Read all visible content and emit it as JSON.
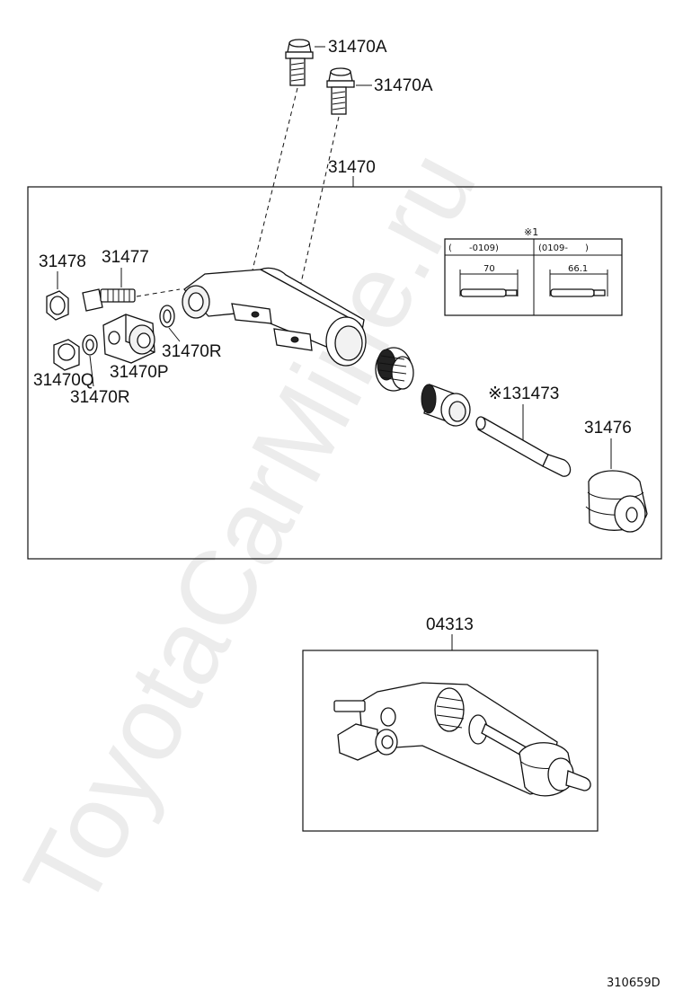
{
  "watermark": "ToyotaCarMine.ru",
  "diagram_code": "310659D",
  "labels": {
    "bolt_upper": "31470A",
    "bolt_lower": "31470A",
    "assembly": "31470",
    "cap": "31478",
    "bleeder": "31477",
    "gasket_right": "31470R",
    "plug": "31470Q",
    "union": "31470P",
    "gasket_left": "31470R",
    "push_rod": "※131473",
    "boot": "31476",
    "kit": "04313"
  },
  "spec_table": {
    "note": "※1",
    "columns": [
      {
        "header": "(      -0109)",
        "value": "70"
      },
      {
        "header": "(0109-      )",
        "value": "66.1"
      }
    ]
  },
  "colors": {
    "line": "#111111",
    "background": "#ffffff"
  }
}
